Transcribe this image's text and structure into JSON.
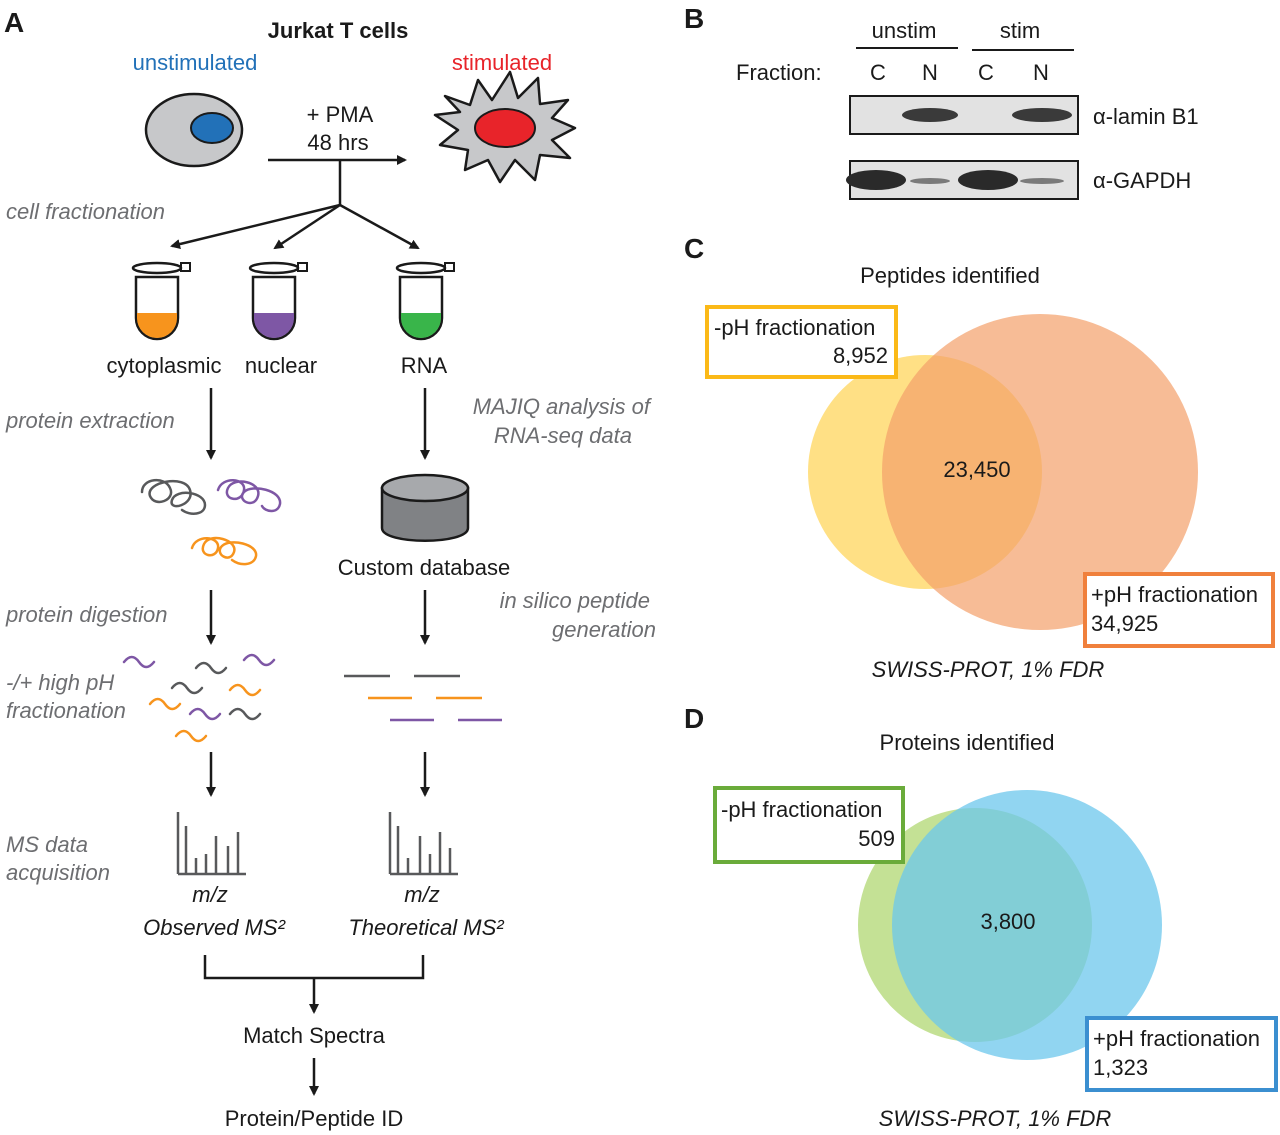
{
  "panel_a": {
    "letter": "A",
    "title": "Jurkat T cells",
    "unstim": "unstimulated",
    "stim": "stimulated",
    "treatment_1": "+ PMA",
    "treatment_2": "48 hrs",
    "step_fractionation": "cell fractionation",
    "tube_1": "cytoplasmic",
    "tube_2": "nuclear",
    "tube_3": "RNA",
    "step_extraction": "protein extraction",
    "step_majiq_1": "MAJIQ analysis of",
    "step_majiq_2": "RNA-seq data",
    "database": "Custom database",
    "step_digestion": "protein digestion",
    "step_insilico_1": "in silico peptide",
    "step_insilico_2": "generation",
    "step_ph_1": "-/+ high pH",
    "step_ph_2": "fractionation",
    "step_ms_1": "MS data",
    "step_ms_2": "acquisition",
    "axis_left": "m/z",
    "axis_right": "m/z",
    "observed": "Observed MS²",
    "theoretical": "Theoretical MS²",
    "match": "Match Spectra",
    "result": "Protein/Peptide ID",
    "colors": {
      "unstim": "#2271b8",
      "stim": "#e8242a",
      "cytoplasmic": "#f7941d",
      "nuclear": "#7e57a5",
      "rna": "#39b54a",
      "grey": "#58595b"
    }
  },
  "panel_b": {
    "letter": "B",
    "group_1": "unstim",
    "group_2": "stim",
    "fraction_label": "Fraction:",
    "lanes": [
      "C",
      "N",
      "C",
      "N"
    ],
    "blot_1": "α-lamin B1",
    "blot_2": "α-GAPDH"
  },
  "panel_c": {
    "letter": "C",
    "title": "Peptides identified",
    "left_label": "-pH fractionation",
    "left_value": "8,952",
    "overlap": "23,450",
    "right_label": "+pH fractionation",
    "right_value": "34,925",
    "footer": "SWISS-PROT, 1% FDR",
    "colors": {
      "left": "#ffd65c",
      "right": "#f4a06a",
      "left_box": "#fbb917",
      "right_box": "#f0803c"
    }
  },
  "panel_d": {
    "letter": "D",
    "title": "Proteins identified",
    "left_label": "-pH fractionation",
    "left_value": "509",
    "overlap": "3,800",
    "right_label": "+pH fractionation",
    "right_value": "1,323",
    "footer": "SWISS-PROT, 1% FDR",
    "colors": {
      "left": "#b5d97a",
      "right": "#6cc7ec",
      "left_box": "#6aab3a",
      "right_box": "#3b8fd0"
    }
  }
}
